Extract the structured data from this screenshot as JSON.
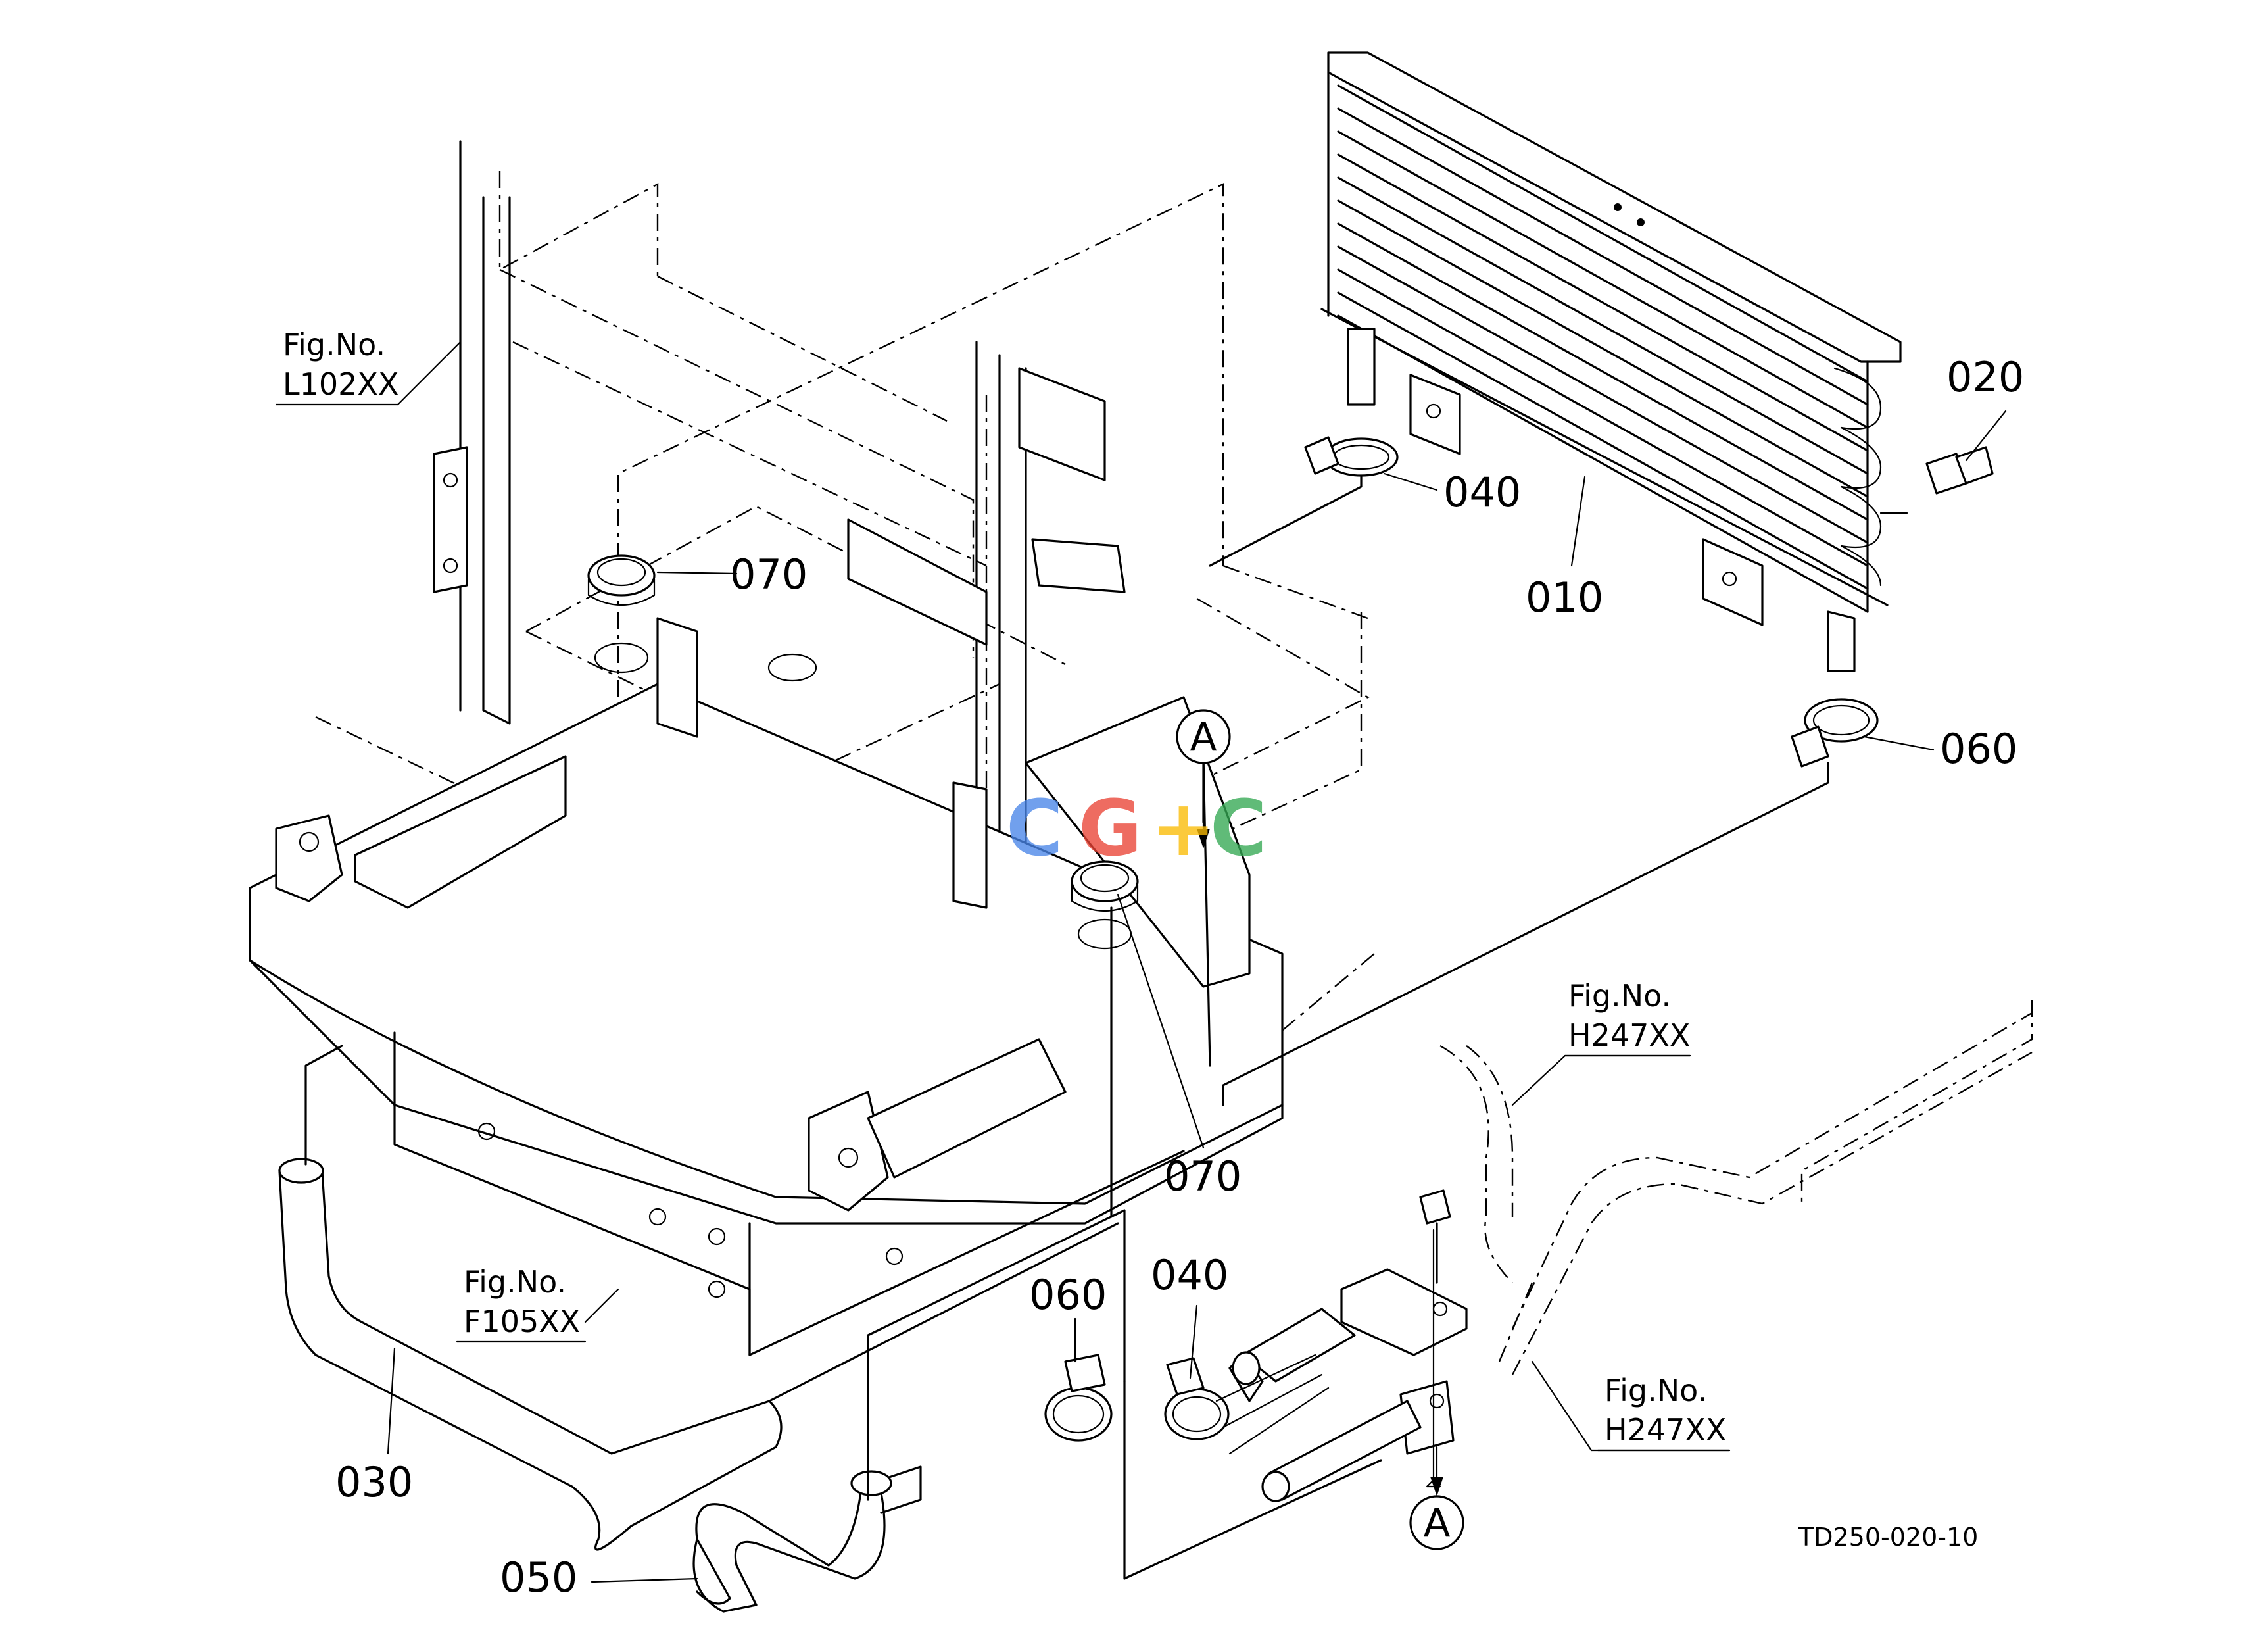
{
  "part_labels": {
    "p010": "010",
    "p020": "020",
    "p030": "030",
    "p040_top": "040",
    "p040_bottom": "040",
    "p050": "050",
    "p060_top": "060",
    "p060_bottom": "060",
    "p070_left": "070",
    "p070_center": "070"
  },
  "figure_refs": {
    "l102": {
      "line1": "Fig.No.",
      "line2": "L102XX"
    },
    "f105": {
      "line1": "Fig.No.",
      "line2": "F105XX"
    },
    "h247_top": {
      "line1": "Fig.No.",
      "line2": "H247XX"
    },
    "h247_bottom": {
      "line1": "Fig.No.",
      "line2": "H247XX"
    }
  },
  "markers": {
    "top": "A",
    "bottom": "A"
  },
  "drawing_code": "TD250-020-10",
  "watermark": {
    "letters": [
      "C",
      "G",
      "+",
      "C"
    ],
    "colors": [
      "#4a86e8",
      "#ea4335",
      "#fbbc05",
      "#34a853"
    ]
  }
}
